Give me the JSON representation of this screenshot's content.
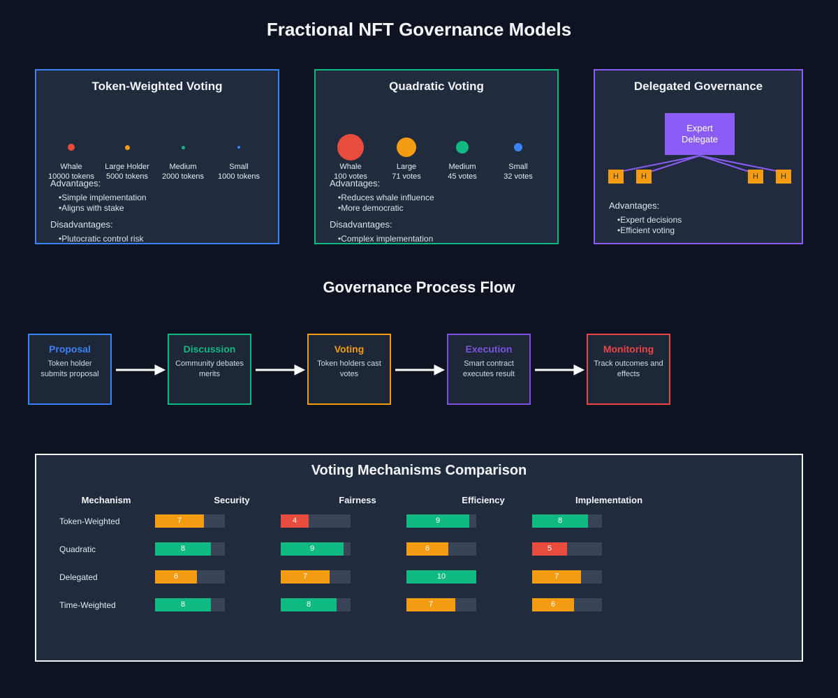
{
  "colors": {
    "bg": "#0d1321",
    "panel": "#202b3d",
    "stepbg": "#1d2737",
    "track": "#394456",
    "blue": "#3b82f6",
    "green": "#10b981",
    "orange": "#f39c12",
    "red": "#e74c3c",
    "purple": "#8b5cf6"
  },
  "header": {
    "title": "Fractional NFT Governance Models"
  },
  "labels": {
    "advantages": "Advantages:",
    "disadvantages": "Disadvantages:"
  },
  "models": [
    {
      "title": "Token-Weighted Voting",
      "border": "#3b82f6",
      "holders": [
        {
          "name": "Whale",
          "detail": "10000 tokens",
          "color": "#e74c3c",
          "radius": 5
        },
        {
          "name": "Large Holder",
          "detail": "5000 tokens",
          "color": "#f39c12",
          "radius": 3.5
        },
        {
          "name": "Medium",
          "detail": "2000 tokens",
          "color": "#10b981",
          "radius": 2.5
        },
        {
          "name": "Small",
          "detail": "1000 tokens",
          "color": "#3b82f6",
          "radius": 2
        }
      ],
      "advantages": [
        "Simple implementation",
        "Aligns with stake"
      ],
      "disadvantages": [
        "Plutocratic control risk"
      ]
    },
    {
      "title": "Quadratic Voting",
      "border": "#10b981",
      "holders": [
        {
          "name": "Whale",
          "detail": "100 votes",
          "color": "#e74c3c",
          "radius": 19
        },
        {
          "name": "Large",
          "detail": "71 votes",
          "color": "#f39c12",
          "radius": 14
        },
        {
          "name": "Medium",
          "detail": "45 votes",
          "color": "#10b981",
          "radius": 9
        },
        {
          "name": "Small",
          "detail": "32 votes",
          "color": "#3b82f6",
          "radius": 6
        }
      ],
      "advantages": [
        "Reduces whale influence",
        "More democratic"
      ],
      "disadvantages": [
        "Complex implementation"
      ]
    },
    {
      "title": "Delegated Governance",
      "border": "#8b5cf6",
      "delegate_line1": "Expert",
      "delegate_line2": "Delegate",
      "holder_letter": "H",
      "advantages": [
        "Expert decisions",
        "Efficient voting"
      ]
    }
  ],
  "flow": {
    "title": "Governance Process Flow",
    "steps": [
      {
        "title": "Proposal",
        "desc": "Token holder submits proposal",
        "color": "#3b82f6"
      },
      {
        "title": "Discussion",
        "desc": "Community debates merits",
        "color": "#10b981"
      },
      {
        "title": "Voting",
        "desc": "Token holders cast votes",
        "color": "#f39c12"
      },
      {
        "title": "Execution",
        "desc": "Smart contract executes result",
        "color": "#7c52e0"
      },
      {
        "title": "Monitoring",
        "desc": "Track outcomes and effects",
        "color": "#ef4444"
      }
    ]
  },
  "comparison": {
    "title": "Voting Mechanisms Comparison",
    "columns": [
      "Mechanism",
      "Security",
      "Fairness",
      "Efficiency",
      "Implementation"
    ],
    "rows": [
      {
        "mechanism": "Token-Weighted",
        "scores": [
          7,
          4,
          9,
          8
        ]
      },
      {
        "mechanism": "Quadratic",
        "scores": [
          8,
          9,
          6,
          5
        ]
      },
      {
        "mechanism": "Delegated",
        "scores": [
          6,
          7,
          10,
          7
        ]
      },
      {
        "mechanism": "Time-Weighted",
        "scores": [
          8,
          8,
          7,
          6
        ]
      }
    ],
    "max": 10,
    "thresholds": {
      "green_min": 8,
      "orange_min": 6
    }
  }
}
